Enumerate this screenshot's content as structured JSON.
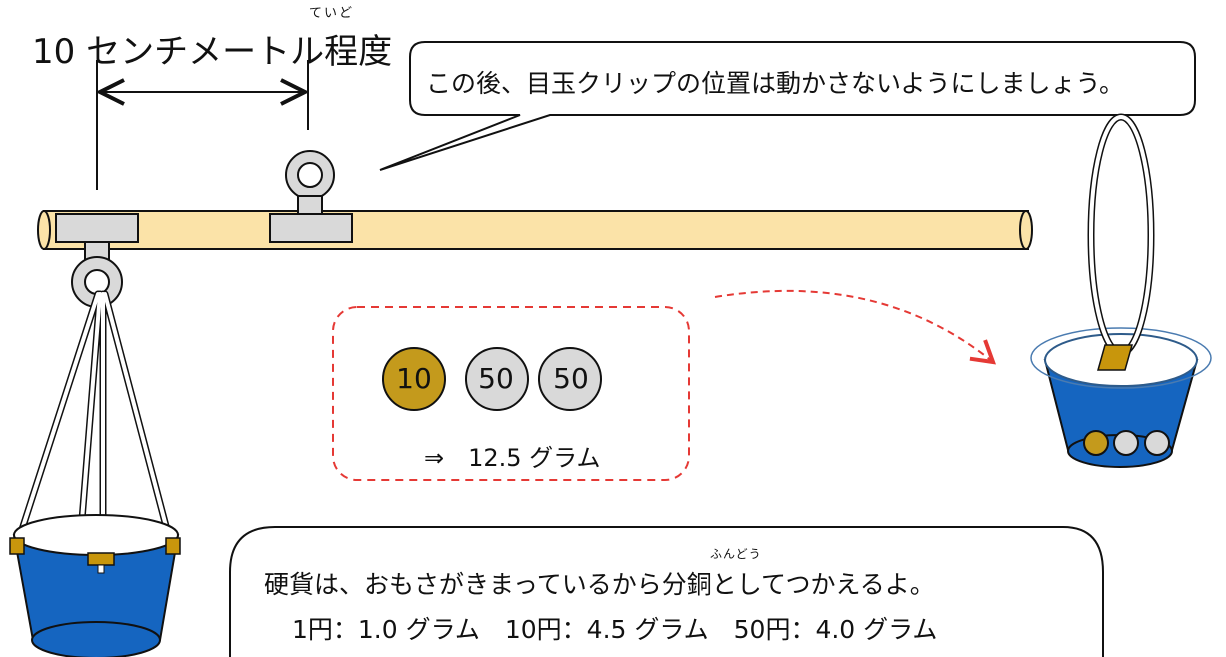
{
  "labels": {
    "distance": "10 センチメートル程度",
    "distance_ruby": "ていど",
    "speech": "この後、目玉クリップの位置は動かさないようにしましょう。",
    "coin_10": "10",
    "coin_50": "50",
    "result": "⇒　12.5 グラム",
    "note_line1": "硬貨は、おもさがきまっているから分銅としてつかえるよ。",
    "note_ruby": "ふんどう",
    "note_line2": "1円：1.0 グラム　10円：4.5 グラム　50円：4.0 グラム"
  },
  "colors": {
    "rod": "#fbe3a8",
    "clip": "#d9d9d9",
    "bucket": "#1565c0",
    "coin_10": "#c49a1c",
    "coin_50": "#d9d9d9",
    "dashed_box": "#e53935",
    "tag": "#c8960c"
  }
}
